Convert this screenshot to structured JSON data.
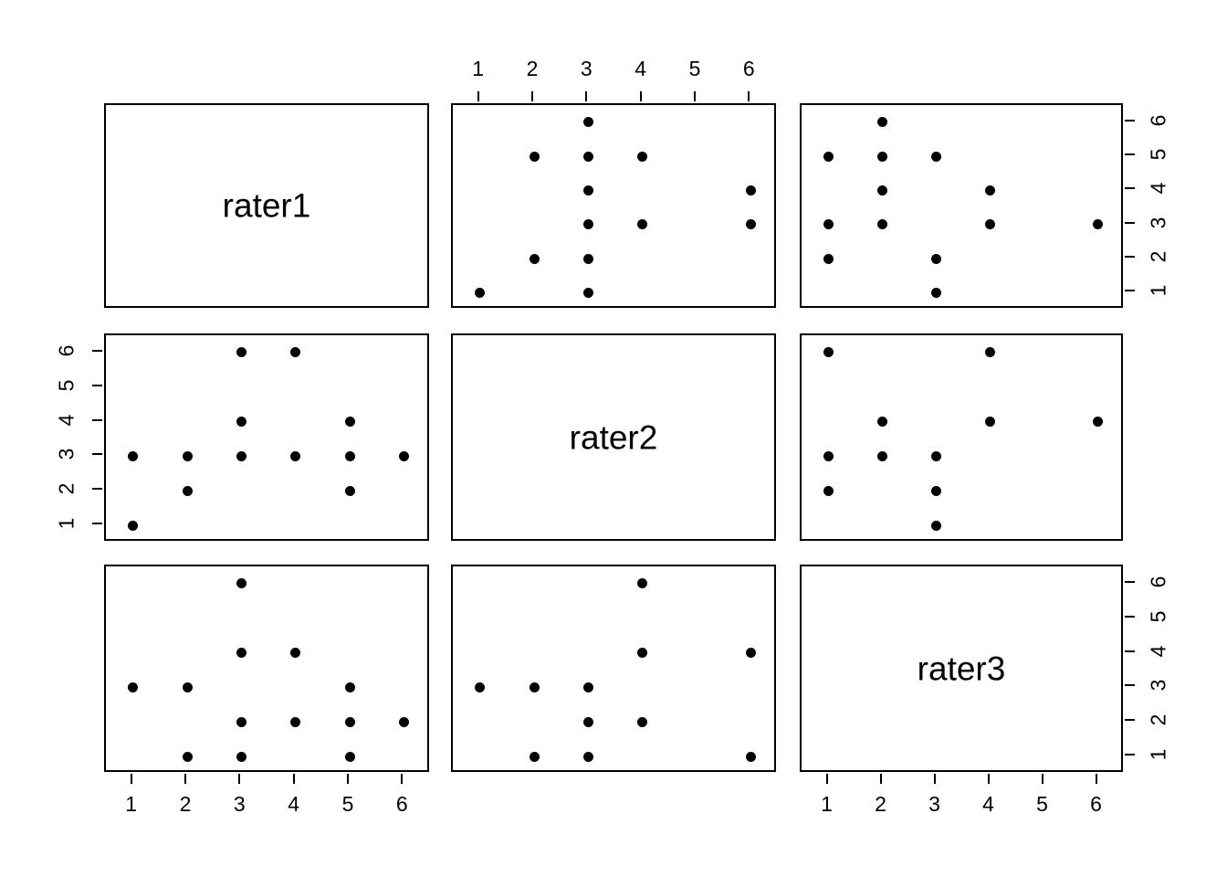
{
  "figure": {
    "type": "scatterplot-matrix",
    "variables": [
      "rater1",
      "rater2",
      "rater3"
    ],
    "background_color": "#ffffff",
    "point_color": "#000000",
    "axis_color": "#000000"
  },
  "diagonal_labels": {
    "cell_1_1": "rater1",
    "cell_2_2": "rater2",
    "cell_3_3": "rater3"
  },
  "axes": {
    "tick_values": [
      1,
      2,
      3,
      4,
      5,
      6
    ],
    "tick_labels": [
      "1",
      "2",
      "3",
      "4",
      "5",
      "6"
    ],
    "limits": [
      0.5,
      6.5
    ],
    "top_axis_panel": "cell_1_2",
    "bottom_axis_panels": [
      "cell_3_1",
      "cell_3_3"
    ],
    "left_axis_panel": "cell_2_1",
    "right_axis_panels": [
      "cell_1_3",
      "cell_3_3"
    ]
  },
  "chart_data": {
    "type": "scatter",
    "title": "",
    "xlabel": "",
    "ylabel": "",
    "xlim": [
      0.5,
      6.5
    ],
    "ylim": [
      0.5,
      6.5
    ],
    "grid": false,
    "legend": "none",
    "variables": [
      "rater1",
      "rater2",
      "rater3"
    ],
    "observations": [
      {
        "rater1": 6,
        "rater2": 3,
        "rater3": 2
      },
      {
        "rater1": 5,
        "rater2": 2,
        "rater3": 1
      },
      {
        "rater1": 5,
        "rater2": 3,
        "rater3": 2
      },
      {
        "rater1": 5,
        "rater2": 4,
        "rater3": 3
      },
      {
        "rater1": 4,
        "rater2": 3,
        "rater3": 2
      },
      {
        "rater1": 4,
        "rater2": 6,
        "rater3": 4
      },
      {
        "rater1": 3,
        "rater2": 3,
        "rater3": 1
      },
      {
        "rater1": 3,
        "rater2": 4,
        "rater3": 2
      },
      {
        "rater1": 3,
        "rater2": 6,
        "rater3": 4
      },
      {
        "rater1": 3,
        "rater2": 1,
        "rater3": 1
      },
      {
        "rater1": 3,
        "rater2": 5,
        "rater3": 6
      },
      {
        "rater1": 2,
        "rater2": 2,
        "rater3": 1
      },
      {
        "rater1": 2,
        "rater2": 3,
        "rater3": 3
      },
      {
        "rater1": 1,
        "rater2": 1,
        "rater3": 3
      },
      {
        "rater1": 1,
        "rater2": 3,
        "rater3": 3
      }
    ],
    "panels": [
      {
        "id": "cell_1_2",
        "row": 1,
        "col": 2,
        "x_var": "rater2",
        "y_var": "rater1",
        "points": [
          {
            "x": 3,
            "y": 6
          },
          {
            "x": 2,
            "y": 5
          },
          {
            "x": 3,
            "y": 5
          },
          {
            "x": 4,
            "y": 5
          },
          {
            "x": 3,
            "y": 4
          },
          {
            "x": 6,
            "y": 4
          },
          {
            "x": 3,
            "y": 3
          },
          {
            "x": 4,
            "y": 3
          },
          {
            "x": 6,
            "y": 3
          },
          {
            "x": 2,
            "y": 2
          },
          {
            "x": 3,
            "y": 2
          },
          {
            "x": 1,
            "y": 1
          },
          {
            "x": 3,
            "y": 1
          }
        ]
      },
      {
        "id": "cell_1_3",
        "row": 1,
        "col": 3,
        "x_var": "rater3",
        "y_var": "rater1",
        "points": [
          {
            "x": 2,
            "y": 6
          },
          {
            "x": 1,
            "y": 5
          },
          {
            "x": 2,
            "y": 5
          },
          {
            "x": 3,
            "y": 5
          },
          {
            "x": 2,
            "y": 4
          },
          {
            "x": 4,
            "y": 4
          },
          {
            "x": 1,
            "y": 3
          },
          {
            "x": 2,
            "y": 3
          },
          {
            "x": 4,
            "y": 3
          },
          {
            "x": 6,
            "y": 3
          },
          {
            "x": 1,
            "y": 2
          },
          {
            "x": 3,
            "y": 2
          },
          {
            "x": 3,
            "y": 1
          }
        ]
      },
      {
        "id": "cell_2_1",
        "row": 2,
        "col": 1,
        "x_var": "rater1",
        "y_var": "rater2",
        "points": [
          {
            "x": 3,
            "y": 6
          },
          {
            "x": 4,
            "y": 6
          },
          {
            "x": 3,
            "y": 4
          },
          {
            "x": 5,
            "y": 4
          },
          {
            "x": 1,
            "y": 3
          },
          {
            "x": 2,
            "y": 3
          },
          {
            "x": 3,
            "y": 3
          },
          {
            "x": 4,
            "y": 3
          },
          {
            "x": 5,
            "y": 3
          },
          {
            "x": 6,
            "y": 3
          },
          {
            "x": 2,
            "y": 2
          },
          {
            "x": 5,
            "y": 2
          },
          {
            "x": 1,
            "y": 1
          }
        ]
      },
      {
        "id": "cell_2_3",
        "row": 2,
        "col": 3,
        "x_var": "rater3",
        "y_var": "rater2",
        "points": [
          {
            "x": 1,
            "y": 6
          },
          {
            "x": 4,
            "y": 6
          },
          {
            "x": 2,
            "y": 4
          },
          {
            "x": 4,
            "y": 4
          },
          {
            "x": 6,
            "y": 4
          },
          {
            "x": 1,
            "y": 3
          },
          {
            "x": 2,
            "y": 3
          },
          {
            "x": 3,
            "y": 3
          },
          {
            "x": 1,
            "y": 2
          },
          {
            "x": 3,
            "y": 2
          },
          {
            "x": 3,
            "y": 1
          }
        ]
      },
      {
        "id": "cell_3_1",
        "row": 3,
        "col": 1,
        "x_var": "rater1",
        "y_var": "rater3",
        "points": [
          {
            "x": 3,
            "y": 6
          },
          {
            "x": 3,
            "y": 4
          },
          {
            "x": 4,
            "y": 4
          },
          {
            "x": 1,
            "y": 3
          },
          {
            "x": 2,
            "y": 3
          },
          {
            "x": 5,
            "y": 3
          },
          {
            "x": 3,
            "y": 2
          },
          {
            "x": 4,
            "y": 2
          },
          {
            "x": 5,
            "y": 2
          },
          {
            "x": 6,
            "y": 2
          },
          {
            "x": 2,
            "y": 1
          },
          {
            "x": 3,
            "y": 1
          },
          {
            "x": 5,
            "y": 1
          }
        ]
      },
      {
        "id": "cell_3_2",
        "row": 3,
        "col": 2,
        "x_var": "rater2",
        "y_var": "rater3",
        "points": [
          {
            "x": 4,
            "y": 6
          },
          {
            "x": 4,
            "y": 4
          },
          {
            "x": 6,
            "y": 4
          },
          {
            "x": 1,
            "y": 3
          },
          {
            "x": 2,
            "y": 3
          },
          {
            "x": 3,
            "y": 3
          },
          {
            "x": 3,
            "y": 2
          },
          {
            "x": 4,
            "y": 2
          },
          {
            "x": 2,
            "y": 1
          },
          {
            "x": 3,
            "y": 1
          },
          {
            "x": 6,
            "y": 1
          }
        ]
      }
    ]
  }
}
